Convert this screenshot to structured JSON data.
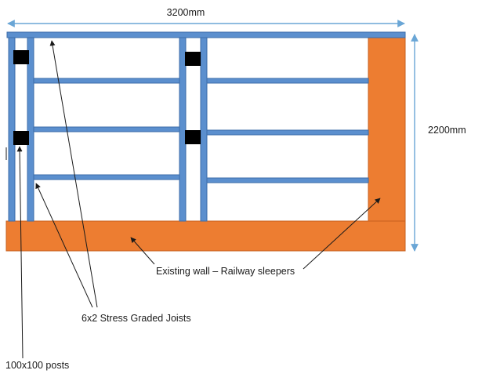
{
  "dimensions": {
    "width_label": "3200mm",
    "height_label": "2200mm"
  },
  "labels": {
    "wall": "Existing wall – Railway sleepers",
    "joists": "6x2 Stress Graded Joists",
    "posts": "100x100 posts"
  },
  "colors": {
    "timber": "#5b8fce",
    "sleeper": "#ed7d31",
    "bracket": "#000000",
    "dimension_line": "#6aa6d6"
  }
}
